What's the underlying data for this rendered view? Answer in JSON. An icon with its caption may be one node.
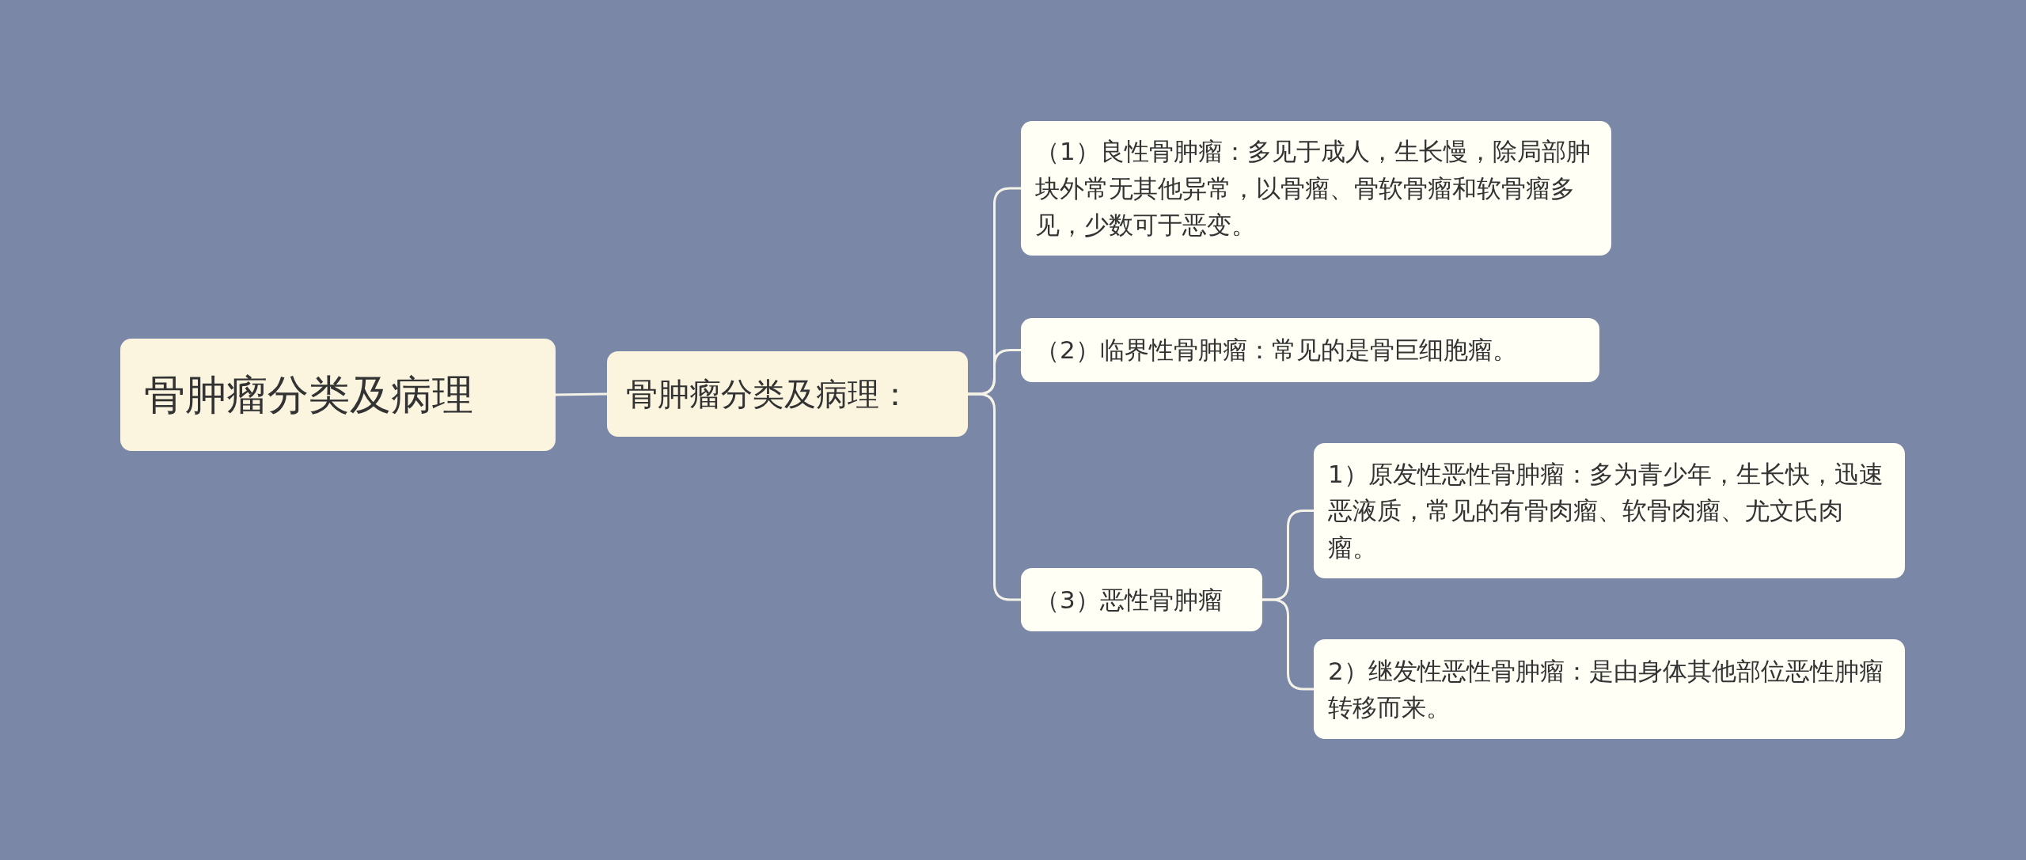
{
  "diagram": {
    "nodes": [
      {
        "text": [
          "骨肿瘤分类及病理"
        ]
      },
      {
        "text": [
          "骨肿瘤分类及病理："
        ]
      },
      {
        "text": [
          "（1）良性骨肿瘤：多见于成人，生长慢，除局部肿块外常无其他异常，以骨瘤、骨软骨瘤和软骨瘤多见，少数可于恶变。"
        ]
      },
      {
        "text": [
          "（2）临界性骨肿瘤：常见的是骨巨细胞瘤。"
        ]
      },
      {
        "text": [
          "（3）恶性骨肿瘤"
        ]
      },
      {
        "text": [
          "1）原发性恶性骨肿瘤：多为青少年，生长快，迅速恶液质，常见的有骨肉瘤、软骨肉瘤、尤文氏肉瘤。"
        ]
      },
      {
        "text": [
          "2）继发性恶性骨肿瘤：是由身体其他部位恶性肿瘤转移而来。"
        ]
      }
    ],
    "edges": [
      {
        "from": 0,
        "to": 1,
        "arrow": "none"
      },
      {
        "from": 1,
        "to": 2,
        "arrow": "none"
      },
      {
        "from": 1,
        "to": 3,
        "arrow": "none"
      },
      {
        "from": 1,
        "to": 4,
        "arrow": "none"
      },
      {
        "from": 4,
        "to": 5,
        "arrow": "none"
      },
      {
        "from": 4,
        "to": 6,
        "arrow": "none"
      }
    ]
  }
}
